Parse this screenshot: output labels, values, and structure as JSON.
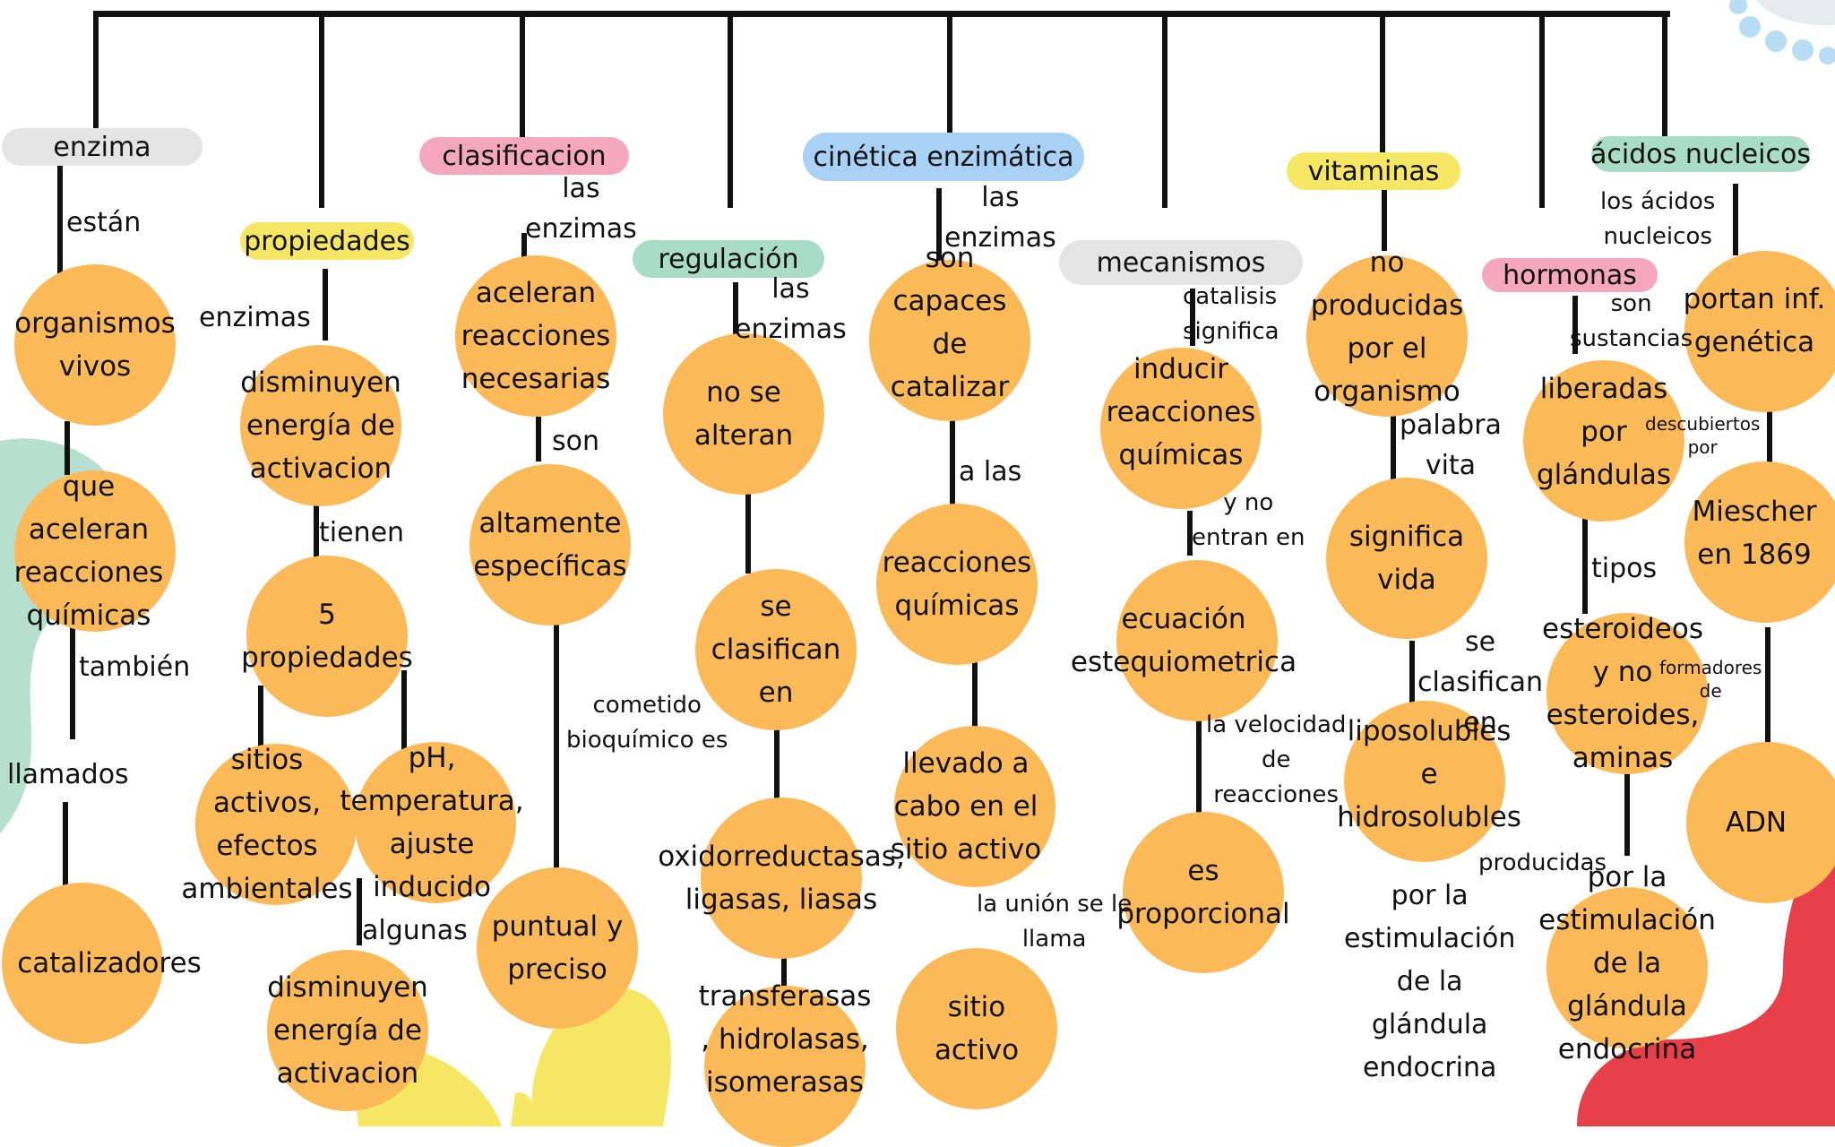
{
  "colors": {
    "node": "#fbb957",
    "gray": "#e4e4e4",
    "pink": "#f4a7bf",
    "yellow": "#f5e663",
    "green": "#a8dcc6",
    "blue": "#a8d1f5",
    "blob_teal": "#b7dfd0",
    "blob_yellow": "#f5e663",
    "blob_red": "#e8404a",
    "blob_blue": "#b9dcf5"
  },
  "headings": {
    "enzima": "enzima",
    "propiedades": "propiedades",
    "clasificacion": "clasificacion",
    "regulacion": "regulación",
    "cinetica": "cinética enzimática",
    "mecanismos": "mecanismos",
    "vitaminas": "vitaminas",
    "hormonas": "hormonas",
    "acidos": "ácidos nucleicos"
  },
  "nodes": {
    "organismos_vivos": [
      "organismos",
      "vivos"
    ],
    "que_aceleran": [
      "que aceleran",
      "reacciones",
      "químicas"
    ],
    "catalizadores": [
      "catalizadores"
    ],
    "disminuyen_1": [
      "disminuyen",
      "energía de",
      "activacion"
    ],
    "cinco_propiedades": [
      "5",
      "propiedades"
    ],
    "sitios_activos": [
      "sitios activos,",
      "efectos",
      "ambientales"
    ],
    "ph_temperatura": [
      "pH,",
      "temperatura,",
      "ajuste",
      "inducido"
    ],
    "disminuyen_2": [
      "disminuyen",
      "energía de",
      "activacion"
    ],
    "aceleran_reacciones": [
      "aceleran",
      "reacciones",
      "necesarias"
    ],
    "altamente_especificas": [
      "altamente",
      "específicas"
    ],
    "puntual_preciso": [
      "puntual y",
      "preciso"
    ],
    "no_se_alteran": [
      "no se",
      "alteran"
    ],
    "se_clasifican_en": [
      "se clasifican",
      "en"
    ],
    "oxidorreductasas": [
      "oxidorreductasas,",
      "ligasas, liasas"
    ],
    "transferasas": [
      "transferasas",
      ", hidrolasas,",
      "isomerasas"
    ],
    "son_capaces": [
      "son capaces",
      "de catalizar"
    ],
    "reacciones_quimicas": [
      "reacciones",
      "químicas"
    ],
    "llevado_a_cabo": [
      "llevado a",
      "cabo en el",
      "sitio activo"
    ],
    "sitio_activo": [
      "sitio",
      "activo"
    ],
    "inducir_reacciones": [
      "inducir",
      "reacciones",
      "químicas"
    ],
    "ecuacion": [
      "ecuación",
      "estequiometrica"
    ],
    "es_proporcional": [
      "es",
      "proporcional"
    ],
    "no_producidas": [
      "no",
      "producidas",
      "por el",
      "organismo"
    ],
    "significa_vida": [
      "significa",
      "vida"
    ],
    "liposolubles": [
      "liposolubles e",
      "hidrosolubles"
    ],
    "liberadas": [
      "liberadas",
      "por",
      "glándulas"
    ],
    "esteroideos": [
      "esteroideos",
      "y no",
      "esteroides,",
      "aminas"
    ],
    "estimulacion_node": [
      "por la",
      "estimulación",
      "de la",
      "glándula",
      "endocrina"
    ],
    "portan_inf": [
      "portan inf.",
      "genética"
    ],
    "miescher": [
      "Miescher",
      "en 1869"
    ],
    "adn": [
      "ADN"
    ]
  },
  "labels": {
    "estan": "están",
    "tambien": "también",
    "llamados": "llamados",
    "enzimas_prop": "enzimas",
    "tienen": "tienen",
    "algunas": "algunas",
    "las_enzimas_clas": [
      "las",
      "enzimas"
    ],
    "son_clas": "son",
    "cometido": [
      "cometido",
      "bioquímico es"
    ],
    "las_enzimas_reg": [
      "las",
      "enzimas"
    ],
    "las_enzimas_cin": [
      "las",
      "enzimas"
    ],
    "a_las": "a las",
    "la_union": [
      "la unión se le",
      "llama"
    ],
    "catalisis": [
      "catalisis",
      "significa"
    ],
    "y_no_entran": [
      "y no",
      "entran en"
    ],
    "la_velocidad": [
      "la velocidad",
      "de",
      "reacciones"
    ],
    "palabra_vita": [
      "palabra",
      "vita"
    ],
    "se_clasifican_vit": [
      "se",
      "clasifican",
      "en"
    ],
    "estimulacion_text": [
      "por la",
      "estimulación",
      "de la",
      "glándula",
      "endocrina"
    ],
    "son_sustancias": [
      "son",
      "sustancias"
    ],
    "tipos": "tipos",
    "formadores": [
      "formadores",
      "de"
    ],
    "producidas": "producidas",
    "los_acidos": [
      "los ácidos",
      "nucleicos"
    ],
    "descubiertos": [
      "descubiertos",
      "por"
    ]
  }
}
